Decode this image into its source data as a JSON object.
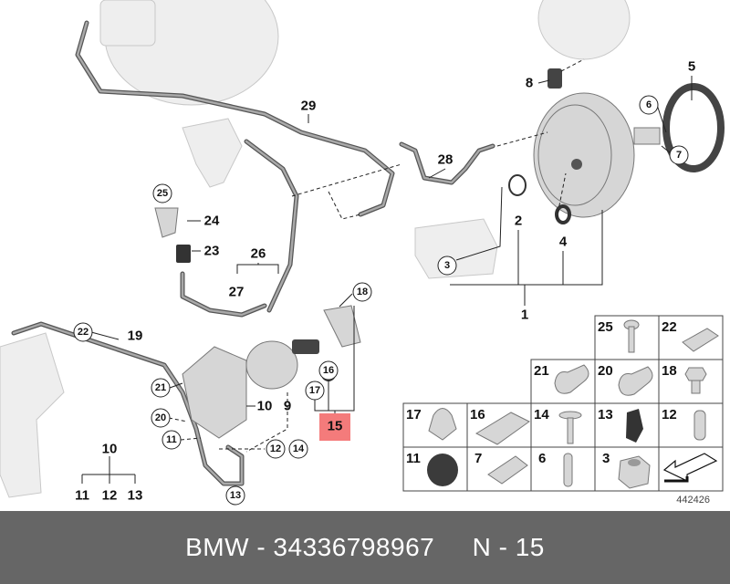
{
  "diagram": {
    "labels": {
      "l29": "29",
      "l28": "28",
      "l8": "8",
      "l5": "5",
      "l6": "6",
      "l7": "7",
      "l2": "2",
      "l4": "4",
      "l3": "3",
      "l1": "1",
      "l25": "25",
      "l24": "24",
      "l23": "23",
      "l26": "26",
      "l27": "27",
      "l18": "18",
      "l22": "22",
      "l19": "19",
      "l21": "21",
      "l16": "16",
      "l17": "17",
      "l15": "15",
      "l10a": "10",
      "l9": "9",
      "l20": "20",
      "l11a": "11",
      "l12a": "12",
      "l14": "14",
      "l13a": "13",
      "l10b": "10",
      "l11b": "11",
      "l12b": "12",
      "l13b": "13"
    },
    "highlight_color": "#f47b7b",
    "parts_grid": [
      "25",
      "22",
      "21",
      "20",
      "18",
      "17",
      "16",
      "14",
      "13",
      "12",
      "11",
      "7",
      "6",
      "3"
    ],
    "drawing_number": "442426"
  },
  "footer": {
    "brand_part": "BMW - 34336798967",
    "position": "N - 15"
  }
}
